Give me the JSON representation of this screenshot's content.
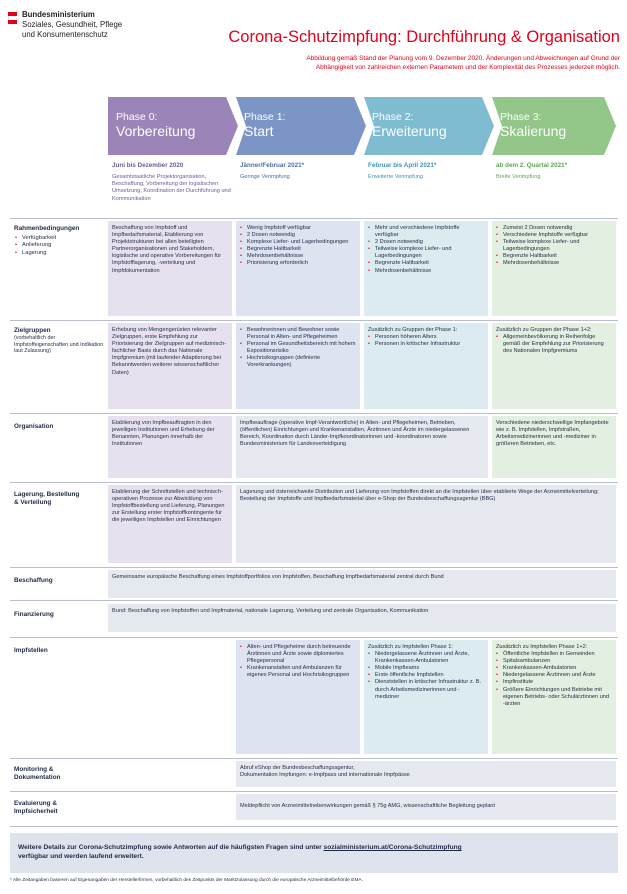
{
  "header": {
    "logo_line1": "Bundesministerium",
    "logo_line2": "Soziales, Gesundheit, Pflege",
    "logo_line3": "und Konsumentenschutz",
    "title": "Corona-Schutzimpfung: Durchführung & Organisation",
    "subtitle_line1": "Abbildung gemäß Stand der Planung vom 9. Dezember 2020. Änderungen und Abweichungen auf Grund der",
    "subtitle_line2": "Abhängigkeit von zahlreichen externen Parametern und der Komplexität des Prozesses jederzeit möglich."
  },
  "colors": {
    "accent": "#e2001a",
    "phase0": "#9b84b8",
    "phase1": "#7b95c6",
    "phase2": "#7fbcd2",
    "phase3": "#92c789",
    "text": "#1f2a44"
  },
  "phases": [
    {
      "label": "Phase 0:",
      "name": "Vorbereitung",
      "period": "Juni bis Dezember 2020",
      "desc": "Gesamtstaatliche Projektorganisation, Beschaffung, Vorbereitung der logistischen Umsetzung, Koordination der Durchführung und Kommunikation"
    },
    {
      "label": "Phase 1:",
      "name": "Start",
      "period": "Jänner/Februar 2021*",
      "desc": "Geringe Verimpfung"
    },
    {
      "label": "Phase 2:",
      "name": "Erweiterung",
      "period": "Februar bis April 2021*",
      "desc": "Erweiterte Verimpfung"
    },
    {
      "label": "Phase 3:",
      "name": "Skalierung",
      "period": "ab dem 2. Quartal 2021*",
      "desc": "Breite Verimpfung"
    }
  ],
  "rows": {
    "rahmen": {
      "label": "Rahmenbedingungen",
      "bullets": [
        "Verfügbarkeit",
        "Anlieferung",
        "Lagerung"
      ],
      "p0": "Beschaffung von Impfstoff und Impfbedarfsmaterial, Etablierung von Projektstrukturen bei allen beteiligten Partnerorganisationen und Stakeholdern, logistische und operative Vorbereitungen für Impfstofflagerung, -verteilung und Impfdokumentation",
      "p1": [
        "Wenig Impfstoff verfügbar",
        "2 Dosen notwendig",
        "Komplexe Liefer- und Lagerbedingungen",
        "Begrenzte Haltbarkeit",
        "Mehrdosenbehältnisse",
        "Priorisierung erforderlich"
      ],
      "p2": [
        "Mehr und verschiedene Impfstoffe verfügbar",
        "2 Dosen notwendig",
        "Teilweise komplexe Liefer- und Lagerbedingungen",
        "Begrenzte Haltbarkeit",
        "Mehrdosenbehältnisse"
      ],
      "p3": [
        "Zumeist 2 Dosen notwendig",
        "Verschiedene Impfstoffe verfügbar",
        "Teilweise komplexe Liefer- und Lagerbedingungen",
        "Begrenzte Haltbarkeit",
        "Mehrdosenbehältnisse"
      ]
    },
    "ziel": {
      "label": "Zielgruppen",
      "sub": "(vorbehaltlich der Impfstoffeigenschaften und Indikation laut Zulassung)",
      "p0": "Erhebung von Mengengerüsten relevanter Zielgruppen, erste Empfehlung zur Priorisierung der Zielgruppen auf medizinisch-fachlicher Basis durch das Nationale Impfgremium (mit laufender Adaptierung bei Bekanntwerden weiterer wissenschaftlicher Daten)",
      "p1": [
        "Bewohnerinnen und Bewohner sowie Personal in Alten- und Pflegeheimen",
        "Personal im Gesundheitsbereich mit hohem Expositionsrisiko",
        "Hochrisikogruppen (definierte Vorerkrankungen)"
      ],
      "p2_intro": "Zusätzlich zu Gruppen der Phase 1:",
      "p2": [
        "Personen höheren Alters",
        "Personen in kritischer Infrastruktur"
      ],
      "p3_intro": "Zusätzlich zu Gruppen der Phase 1+2:",
      "p3": [
        "Allgemeinbevölkerung in Reihenfolge gemäß der Empfehlung zur Priorisierung des Nationalen Impfgremiums"
      ]
    },
    "org": {
      "label": "Organisation",
      "p0": "Etablierung von Impfbeauftragten in den jeweiligen Institutionen und Erhebung der Benannten, Planungen innerhalb der Institutionen",
      "p12": "Impfbeauftrage (operative Impf-Verantwortliche) in Alten- und Pflegeheimen, Betrieben, (öffentlichen) Einrichtungen und Krankenanstalten, Ärztinnen und Ärzte im niedergelassenen Bereich, Koordination durch Länder-Impfkoordinatorinnen und -koordinatoren sowie Bundesministerium für Landesverteidigung",
      "p3": "Verschiedene niederschwellige Impfangebote wie z. B. Impfstellen, Impfstraßen, Arbeitsmedizinerinnen und -mediziner in größeren Betrieben, etc."
    },
    "lager": {
      "label1": "Lagerung, Bestellung",
      "label2": "& Verteilung",
      "p0": "Etablierung der Schnittstellen und technisch-operativen Prozesse zur Abwicklung von Impfstoffbestellung und Lieferung, Planungen zur Erstellung erster Impfstoffkontingente für die jeweiligen Impfstellen und Einrichtungen",
      "p123": "Lagerung und österreichweite Distribution und Lieferung von Impfstoffen direkt an die Impfstellen über etablierte Wege der Arzneimittelverteilung; Bestellung der Impfstoffe und Impfbedarfsmaterial über e-Shop der Bundesbeschaffungsagentur (BBG)"
    },
    "beschaffung": {
      "label": "Beschaffung",
      "text": "Gemeinsame europäische Beschaffung eines Impfstoffportfolios von Impfstoffen, Beschaffung Impfbedarfsmaterial zentral durch Bund"
    },
    "finanzierung": {
      "label": "Finanzierung",
      "text": "Bund: Beschaffung von Impfstoffen und Impfmaterial, nationale Lagerung, Verteilung und zentrale Organisation, Kommunikation"
    },
    "impfstellen": {
      "label": "Impfstellen",
      "p1": [
        "Alten- und Pflegeheime durch betreuende Ärztinnen und Ärzte sowie diplomiertes Pflegepersonal",
        "Krankenanstalten und Ambulanzen für eigenes Personal und Hochrisikogruppen"
      ],
      "p2_intro": "Zusätzlich zu Impfstellen Phase 1:",
      "p2": [
        "Niedergelassene Ärztinnen und Ärzte, Krankenkassen-Ambulatorien",
        "Mobile Impfteams",
        "Erste öffentliche Impfstellen",
        "Dienststellen in kritischer Infrastruktur z. B. durch Arbeitsmedizinerinnen und -mediziner"
      ],
      "p3_intro": "Zusätzlich zu Impfstellen Phase 1+2:",
      "p3": [
        "Öffentliche Impfstellen in Gemeinden",
        "Spitalsambulanzen",
        "Krankenkassen-Ambulatorien",
        "Niedergelassene Ärztinnen und Ärzte",
        "Impfinstitute",
        "Größere Einrichtungen und Betriebe mit eigenen Betriebs- oder Schulärztinnen und -ärzten"
      ]
    },
    "monitoring": {
      "label1": "Monitoring &",
      "label2": "Dokumentation",
      "line1": "Abruf eShop der Bundesbeschaffungsagentur,",
      "line2": "Dokumentation Impfungen: e-Impfpass und internationale Impfpässe"
    },
    "evaluierung": {
      "label1": "Evaluierung &",
      "label2": "Impfsicherheit",
      "text": "Meldepflicht von Arzneimittelnebenwirkungen gemäß § 75g AMG, wissenschaftliche Begleitung geplant"
    }
  },
  "footer": {
    "text1": "Weitere Details zur Corona-Schutzimpfung sowie Antworten auf die häufigsten Fragen sind unter ",
    "link": "sozialministerium.at/Corona-Schutzimpfung",
    "text2": "verfügbar und werden laufend erweitert.",
    "footnote": "* Alle Zeitangaben basieren auf Eigenangaben der Herstellerfirmen, vorbehaltlich des Zeitpunkts der Marktzulassung durch die europäische Arzneimittelbehörde EMA."
  }
}
